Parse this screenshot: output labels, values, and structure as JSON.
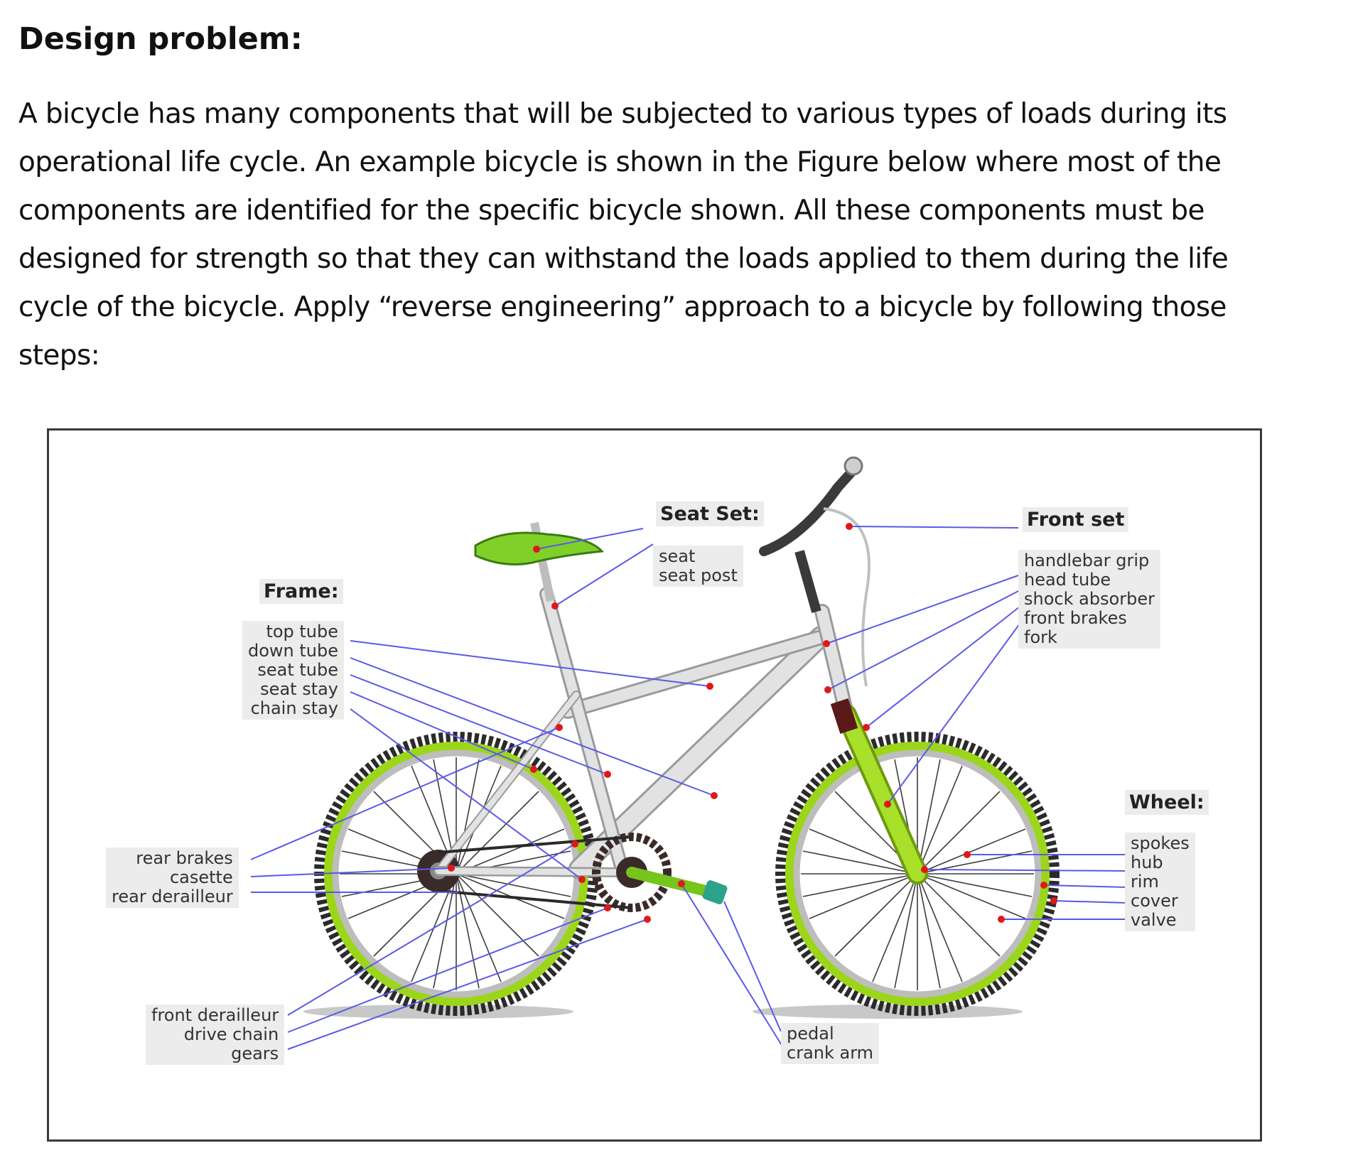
{
  "document": {
    "heading": "Design problem:",
    "paragraph_lines": [
      " A bicycle has many components that will be subjected to various types of loads during its",
      "operational life cycle. An example bicycle is shown in the Figure below where most of the",
      "components are identified for the specific bicycle shown. All these components must be",
      "designed for strength so that they can withstand the loads applied to them during the life",
      "cycle of the bicycle. Apply “reverse engineering” approach to a bicycle by following those",
      "steps:"
    ]
  },
  "figure": {
    "seat_set": {
      "title": "Seat Set:",
      "items": [
        "seat",
        "seat post"
      ]
    },
    "front_set": {
      "title": "Front set",
      "items": [
        "handlebar grip",
        "head tube",
        "shock absorber",
        "front brakes",
        "fork"
      ]
    },
    "frame": {
      "title": "Frame:",
      "items": [
        "top tube",
        "down tube",
        "seat tube",
        "seat stay",
        "chain stay"
      ]
    },
    "wheel": {
      "title": "Wheel:",
      "items": [
        "spokes",
        "hub",
        "rim",
        "cover",
        "valve"
      ]
    },
    "rear_group": {
      "items": [
        "rear brakes",
        "casette",
        "rear derailleur"
      ]
    },
    "drive_group": {
      "items": [
        "front derailleur",
        "drive chain",
        "gears"
      ]
    },
    "pedal_group": {
      "items": [
        "pedal",
        "crank arm"
      ]
    },
    "colors": {
      "leader_line": "#5a5ae6",
      "marker": "#e01818",
      "tire_accent": "#9bd61a",
      "tire": "#2b2b2b",
      "frame": "#d9d9d9"
    }
  }
}
